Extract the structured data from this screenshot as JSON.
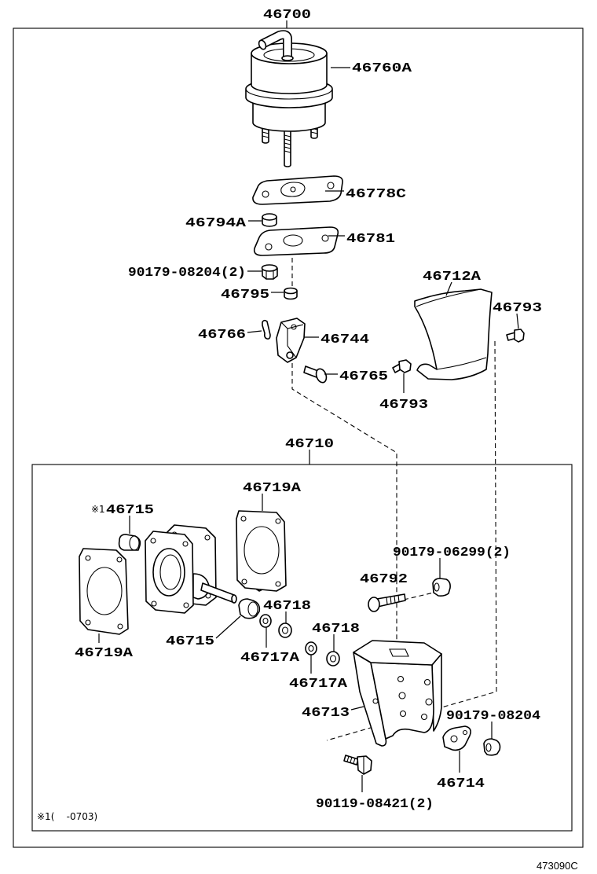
{
  "diagram": {
    "callouts": [
      "46700",
      "46760A",
      "46778C",
      "46794A",
      "46781",
      "90179-08204(2)",
      "46712A",
      "46795",
      "46793",
      "46766",
      "46744",
      "46765",
      "46793",
      "46710",
      "46719A",
      "46715",
      "90179-06299(2)",
      "46792",
      "46718",
      "46718",
      "46715",
      "46719A",
      "46717A",
      "46717A",
      "46713",
      "90179-08204",
      "46714",
      "90119-08421(2)"
    ],
    "note_marker": "※1",
    "footnote": "※1(    -0703)",
    "figure_code": "473090C"
  },
  "colors": {
    "line": "#000000",
    "background": "#ffffff"
  }
}
